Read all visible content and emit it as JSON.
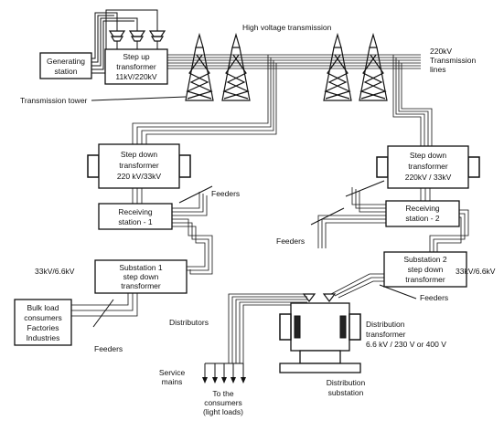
{
  "title": "High voltage transmission",
  "generating_station": [
    "Generating",
    "station"
  ],
  "step_up_transformer": [
    "Step up",
    "transformer",
    "11kV/220kV"
  ],
  "transmission_lines": [
    "220kV",
    "Transmission",
    "lines"
  ],
  "transmission_tower": "Transmission tower",
  "step_down_left": [
    "Step down",
    "transformer",
    "220 kV/33kV"
  ],
  "step_down_right": [
    "Step down",
    "transformer",
    "220kV / 33kV"
  ],
  "feeders_top": "Feeders",
  "receiving_station_1": [
    "Receiving",
    "station - 1"
  ],
  "receiving_station_2": [
    "Receiving",
    "station - 2"
  ],
  "feeders_left_mid": "Feeders",
  "substation_1": [
    "Substation 1",
    "step down",
    "transformer"
  ],
  "substation_1_ratio": "33kV/6.6kV",
  "substation_2": [
    "Substation 2",
    "step down",
    "transformer"
  ],
  "substation_2_ratio": "33kV/6.6kV",
  "feeders_right_lower": "Feeders",
  "bulk_load": [
    "Bulk load",
    "consumers",
    "Factories",
    "Industries"
  ],
  "feeders_bottom": "Feeders",
  "distributors": "Distributors",
  "distribution_transformer": [
    "Distribution",
    "transformer",
    "6.6 kV / 230 V or 400 V"
  ],
  "distribution_substation": [
    "Distribution",
    "substation"
  ],
  "service_mains": [
    "Service",
    "mains"
  ],
  "consumers": [
    "To the",
    "consumers",
    "(light loads)"
  ]
}
